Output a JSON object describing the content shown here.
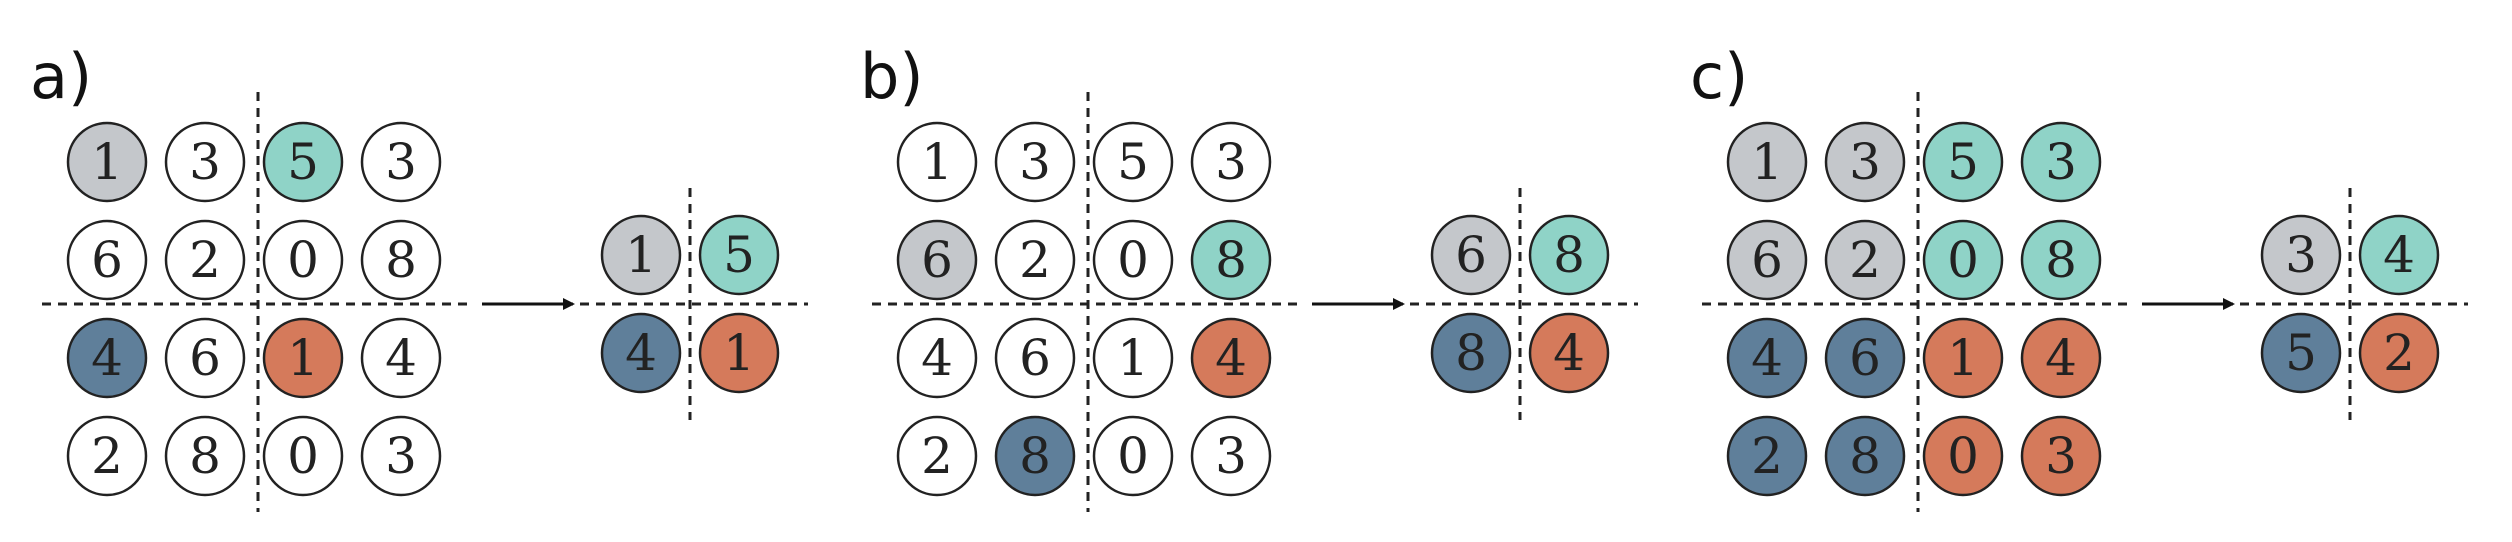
{
  "colors": {
    "white": "#ffffff",
    "gray": "#c4c7cb",
    "teal": "#8fd3c7",
    "blue": "#5f7f9a",
    "orange": "#d57a5b",
    "stroke": "#222222"
  },
  "panels": [
    {
      "label": "a)",
      "input": {
        "values": [
          [
            1,
            3,
            5,
            3
          ],
          [
            6,
            2,
            0,
            8
          ],
          [
            4,
            6,
            1,
            4
          ],
          [
            2,
            8,
            0,
            3
          ]
        ],
        "colors": [
          [
            "gray",
            "white",
            "teal",
            "white"
          ],
          [
            "white",
            "white",
            "white",
            "white"
          ],
          [
            "blue",
            "white",
            "orange",
            "white"
          ],
          [
            "white",
            "white",
            "white",
            "white"
          ]
        ]
      },
      "output": {
        "values": [
          [
            1,
            5
          ],
          [
            4,
            1
          ]
        ],
        "colors": [
          [
            "gray",
            "teal"
          ],
          [
            "blue",
            "orange"
          ]
        ]
      }
    },
    {
      "label": "b)",
      "input": {
        "values": [
          [
            1,
            3,
            5,
            3
          ],
          [
            6,
            2,
            0,
            8
          ],
          [
            4,
            6,
            1,
            4
          ],
          [
            2,
            8,
            0,
            3
          ]
        ],
        "colors": [
          [
            "white",
            "white",
            "white",
            "white"
          ],
          [
            "gray",
            "white",
            "white",
            "teal"
          ],
          [
            "white",
            "white",
            "white",
            "orange"
          ],
          [
            "white",
            "blue",
            "white",
            "white"
          ]
        ]
      },
      "output": {
        "values": [
          [
            6,
            8
          ],
          [
            8,
            4
          ]
        ],
        "colors": [
          [
            "gray",
            "teal"
          ],
          [
            "blue",
            "orange"
          ]
        ]
      }
    },
    {
      "label": "c)",
      "input": {
        "values": [
          [
            1,
            3,
            5,
            3
          ],
          [
            6,
            2,
            0,
            8
          ],
          [
            4,
            6,
            1,
            4
          ],
          [
            2,
            8,
            0,
            3
          ]
        ],
        "colors": [
          [
            "gray",
            "gray",
            "teal",
            "teal"
          ],
          [
            "gray",
            "gray",
            "teal",
            "teal"
          ],
          [
            "blue",
            "blue",
            "orange",
            "orange"
          ],
          [
            "blue",
            "blue",
            "orange",
            "orange"
          ]
        ]
      },
      "output": {
        "values": [
          [
            3,
            4
          ],
          [
            5,
            2
          ]
        ],
        "colors": [
          [
            "gray",
            "teal"
          ],
          [
            "blue",
            "orange"
          ]
        ]
      }
    }
  ]
}
